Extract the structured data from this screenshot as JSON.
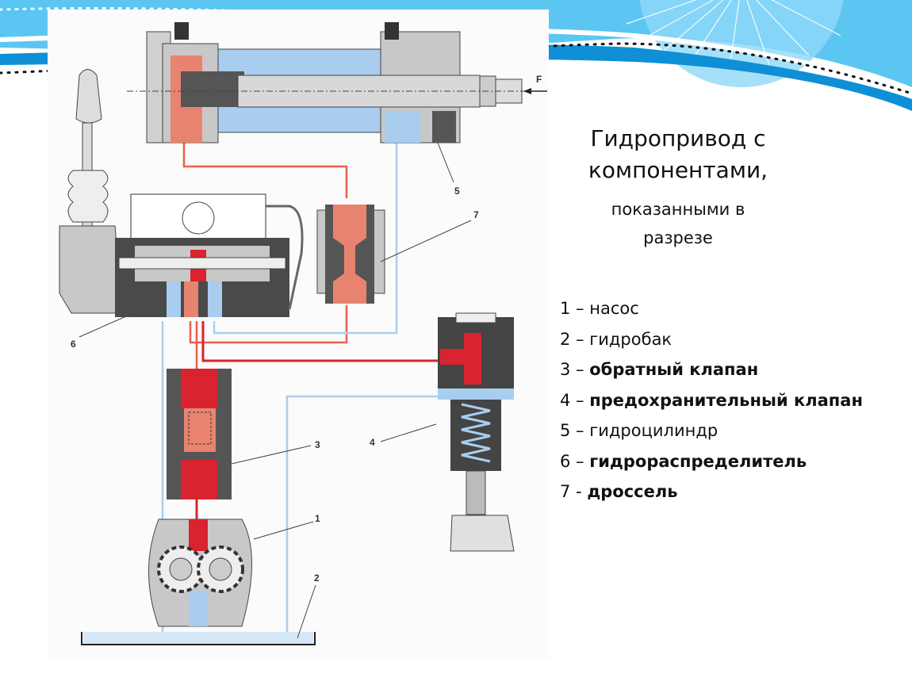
{
  "slide": {
    "title_line1": "Гидропривод с",
    "title_line2": "компонентами,",
    "title_line3": "показанными в",
    "title_line4": "разрезе"
  },
  "legend": [
    {
      "num": "1",
      "sep": " – ",
      "text": "насос",
      "bold": false
    },
    {
      "num": "2",
      "sep": " – ",
      "text": "гидробак",
      "bold": false
    },
    {
      "num": "3",
      "sep": " – ",
      "text": "обратный клапан",
      "bold": true
    },
    {
      "num": "4",
      "sep": " – ",
      "text": "предохранительный клапан",
      "bold": true
    },
    {
      "num": "5",
      "sep": " – ",
      "text": "гидроцилиндр",
      "bold": false
    },
    {
      "num": "6",
      "sep": " – ",
      "text": "гидрораспределитель",
      "bold": true
    },
    {
      "num": "7",
      "sep": " - ",
      "text": "дроссель",
      "bold": true
    }
  ],
  "diagram": {
    "callouts": [
      "1",
      "2",
      "3",
      "4",
      "5",
      "6",
      "7"
    ],
    "force_label": "F"
  },
  "colors": {
    "pressure_line": "#e8604c",
    "high_pressure": "#d9232e",
    "return_line": "#a9cdef",
    "body_gray": "#c8c8c8",
    "dark_gray": "#4a4a4a",
    "wave_blue": "#29a9e6"
  }
}
